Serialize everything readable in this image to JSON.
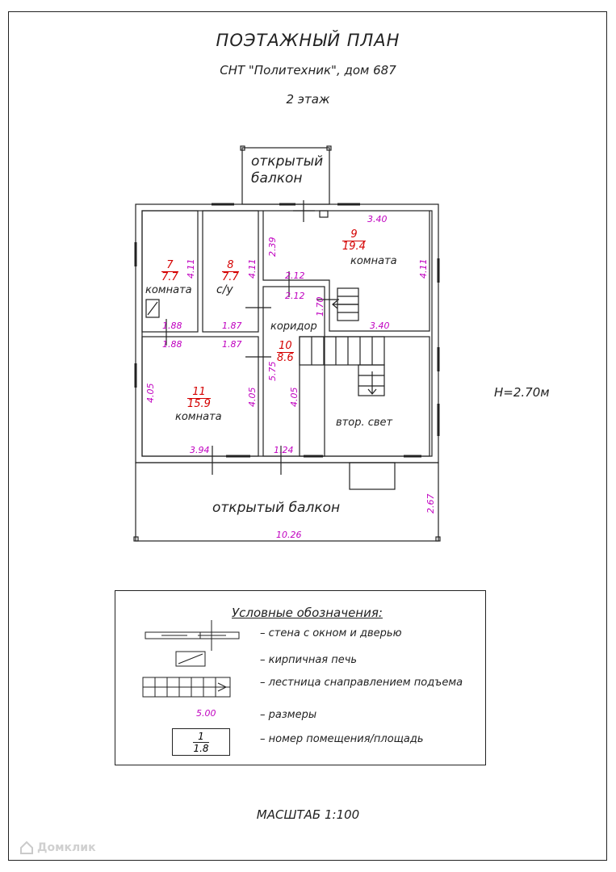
{
  "header": {
    "title": "ПОЭТАЖНЫЙ ПЛАН",
    "subtitle": "СНТ \"Политехник\", дом 687",
    "floor": "2 этаж"
  },
  "plan": {
    "labels": {
      "balcony_top_1": "открытый",
      "balcony_top_2": "балкон",
      "balcony_bottom": "открытый балкон",
      "room7": "комната",
      "room8": "с/у",
      "room9": "комната",
      "corridor": "коридор",
      "room11": "комната",
      "second_light": "втор. свет"
    },
    "rooms": {
      "r7": {
        "number": "7",
        "area": "7.7"
      },
      "r8": {
        "number": "8",
        "area": "7.7"
      },
      "r9": {
        "number": "9",
        "area": "19.4"
      },
      "r10": {
        "number": "10",
        "area": "8.6"
      },
      "r11": {
        "number": "11",
        "area": "15.9"
      }
    },
    "dimensions": {
      "d1": "3.40",
      "d2": "2.39",
      "d3": "4.11",
      "d4": "4.11",
      "d5": "4.11",
      "d6": "2.12",
      "d7": "2.12",
      "d8": "1.70",
      "d9": "1.88",
      "d10": "1.87",
      "d11": "3.40",
      "d12": "1.88",
      "d13": "1.87",
      "d14": "5.75",
      "d15": "4.05",
      "d16": "4.05",
      "d17": "4.05",
      "d18": "3.94",
      "d19": "1.24",
      "d20": "2.67",
      "d21": "10.26"
    },
    "height": "H=2.70м"
  },
  "legend": {
    "title": "Условные обозначения:",
    "items": [
      {
        "text": "– стена с окном и дверью"
      },
      {
        "text": "– кирпичная печь"
      },
      {
        "text": "– лестница снаправлением подъема"
      },
      {
        "text": "– размеры",
        "sample": "5.00"
      },
      {
        "text": "– номер помещения/площадь",
        "sample_number": "1",
        "sample_area": "1.8"
      }
    ]
  },
  "scale": "МАСШТАБ 1:100",
  "watermark": "Домклик"
}
